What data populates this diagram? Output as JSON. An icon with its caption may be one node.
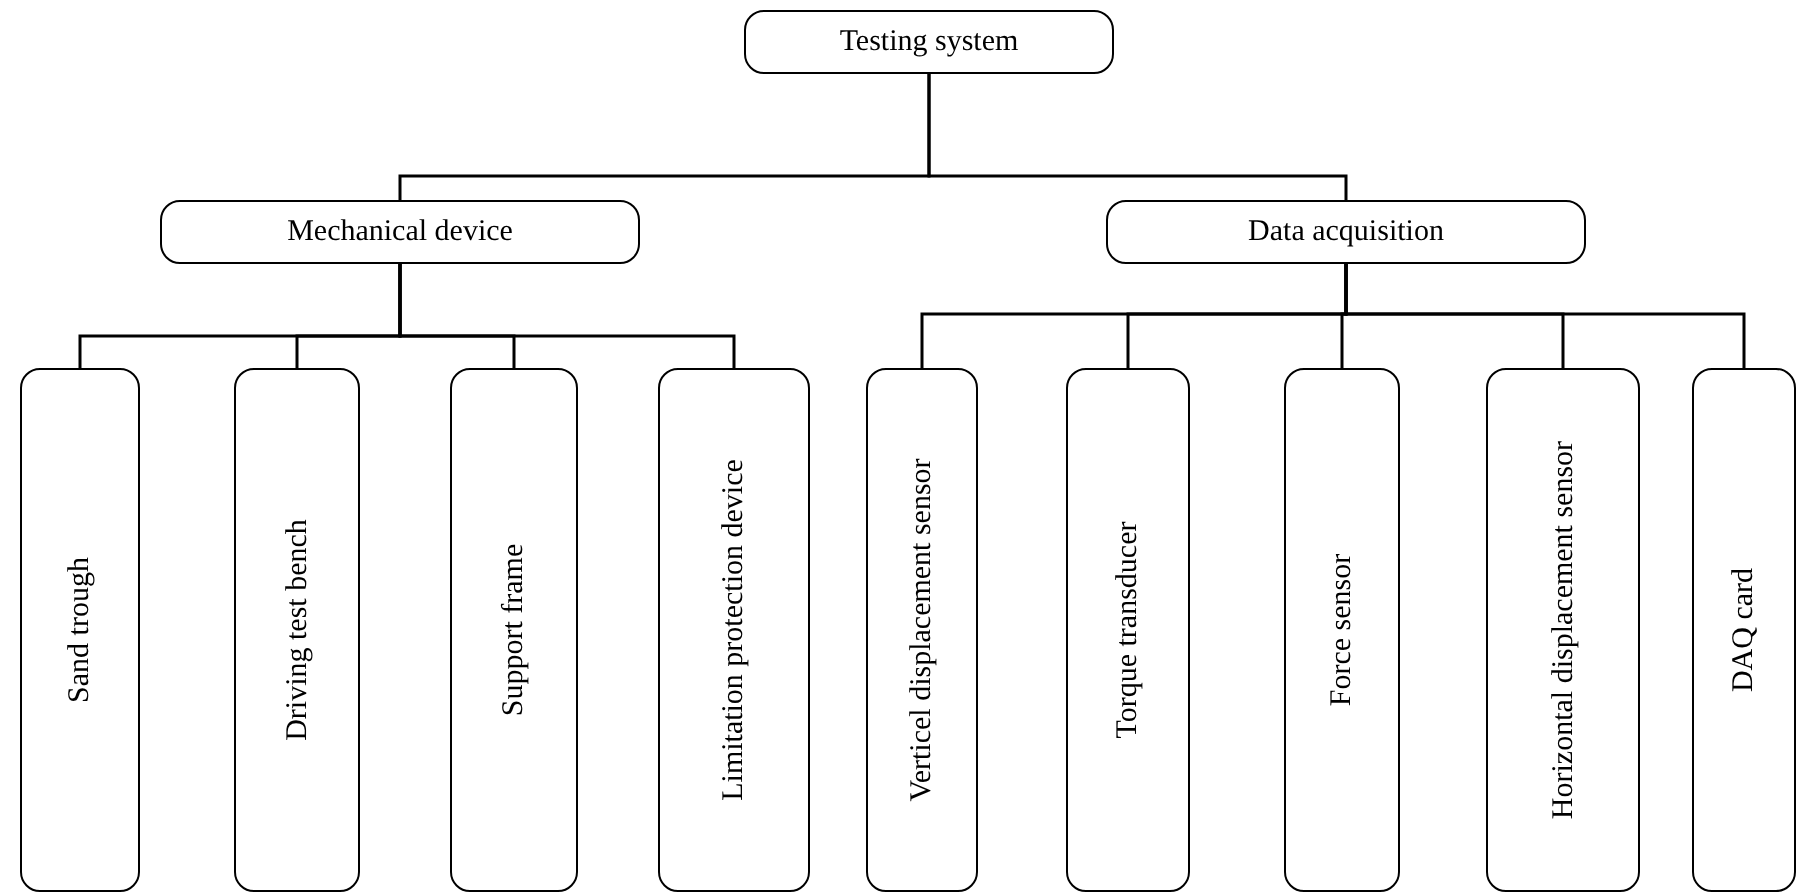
{
  "diagram": {
    "nodes": [
      {
        "text": [
          "Testing system"
        ]
      },
      {
        "text": [
          "Mechanical device"
        ]
      },
      {
        "text": [
          "Data acquisition"
        ]
      },
      {
        "text": [
          "Sand trough"
        ]
      },
      {
        "text": [
          "Driving test bench"
        ]
      },
      {
        "text": [
          "Support frame"
        ]
      },
      {
        "text": [
          "Limitation protection device"
        ]
      },
      {
        "text": [
          "Verticel displacement sensor"
        ]
      },
      {
        "text": [
          "Torque transducer"
        ]
      },
      {
        "text": [
          "Force sensor"
        ]
      },
      {
        "text": [
          "Horizontal displacement sensor"
        ]
      },
      {
        "text": [
          "DAQ card"
        ]
      }
    ],
    "edges": [
      {
        "from": 0,
        "to": 1,
        "arrow": "none"
      },
      {
        "from": 0,
        "to": 2,
        "arrow": "none"
      },
      {
        "from": 1,
        "to": 3,
        "arrow": "none"
      },
      {
        "from": 1,
        "to": 4,
        "arrow": "none"
      },
      {
        "from": 1,
        "to": 5,
        "arrow": "none"
      },
      {
        "from": 1,
        "to": 6,
        "arrow": "none"
      },
      {
        "from": 2,
        "to": 7,
        "arrow": "none"
      },
      {
        "from": 2,
        "to": 8,
        "arrow": "none"
      },
      {
        "from": 2,
        "to": 9,
        "arrow": "none"
      },
      {
        "from": 2,
        "to": 10,
        "arrow": "none"
      },
      {
        "from": 2,
        "to": 11,
        "arrow": "none"
      }
    ]
  }
}
